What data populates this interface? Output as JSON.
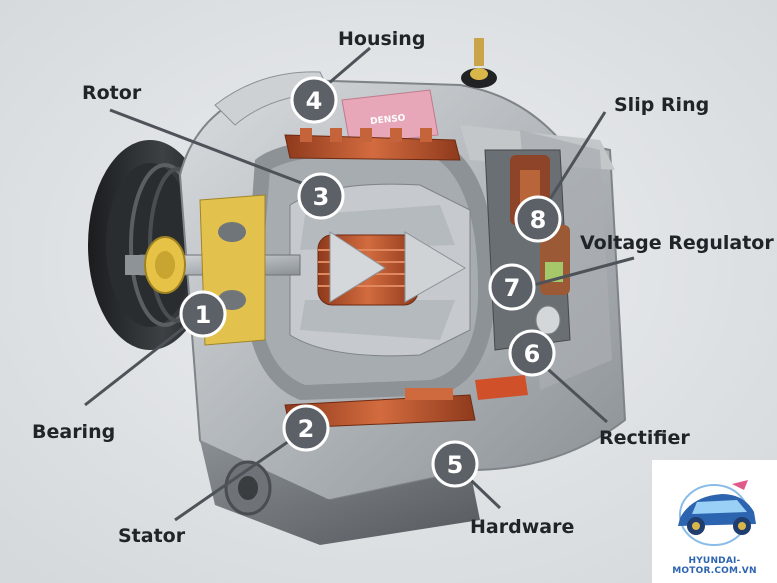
{
  "labels": {
    "housing": "Housing",
    "rotor": "Rotor",
    "slip_ring": "Slip Ring",
    "voltage_regulator": "Voltage Regulator",
    "bearing": "Bearing",
    "rectifier": "Rectifier",
    "stator": "Stator",
    "hardware": "Hardware"
  },
  "markers": {
    "m1": "1",
    "m2": "2",
    "m3": "3",
    "m4": "4",
    "m5": "5",
    "m6": "6",
    "m7": "7",
    "m8": "8"
  },
  "brand_tag": "DENSO",
  "watermark": "HYUNDAI-MOTOR.COM.VN",
  "colors": {
    "background": "#dfe3e6",
    "metal": "#b7bcc0",
    "copper": "#b8542c",
    "marker": "#5c6167",
    "brass": "#d9b64a",
    "watermark_blue": "#2d64b0"
  }
}
